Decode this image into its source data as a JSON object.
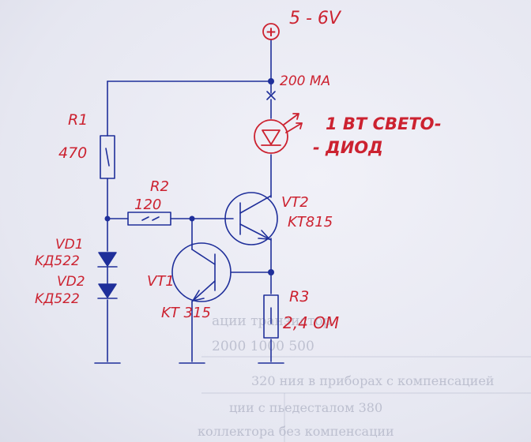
{
  "supply": {
    "symbol": "+",
    "label": "5 - 6V"
  },
  "current": {
    "label": "200 MA"
  },
  "led": {
    "label_line1": "1 BT CBETO-",
    "label_line2": "- ДИОД"
  },
  "r1": {
    "name": "R1",
    "value": "470"
  },
  "r2": {
    "name": "R2",
    "value": "120"
  },
  "r3": {
    "name": "R3",
    "value": "2,4 OM"
  },
  "vt1": {
    "name": "VT1",
    "part": "KT 315"
  },
  "vt2": {
    "name": "VT2",
    "part": "KT815"
  },
  "vd1": {
    "name": "VD1",
    "part": "KД522"
  },
  "vd2": {
    "name": "VD2",
    "part": "KД522"
  },
  "background": {
    "line1": "ации транзистор",
    "line2": "2000 1000 500",
    "line3": "320 ния в приборах с компенсацией",
    "line4": "ции с пьедесталом 380",
    "line5": "коллектора без компенсации"
  },
  "colors": {
    "ink_red": "#cc2230",
    "ink_blue": "#1e2fa6"
  }
}
